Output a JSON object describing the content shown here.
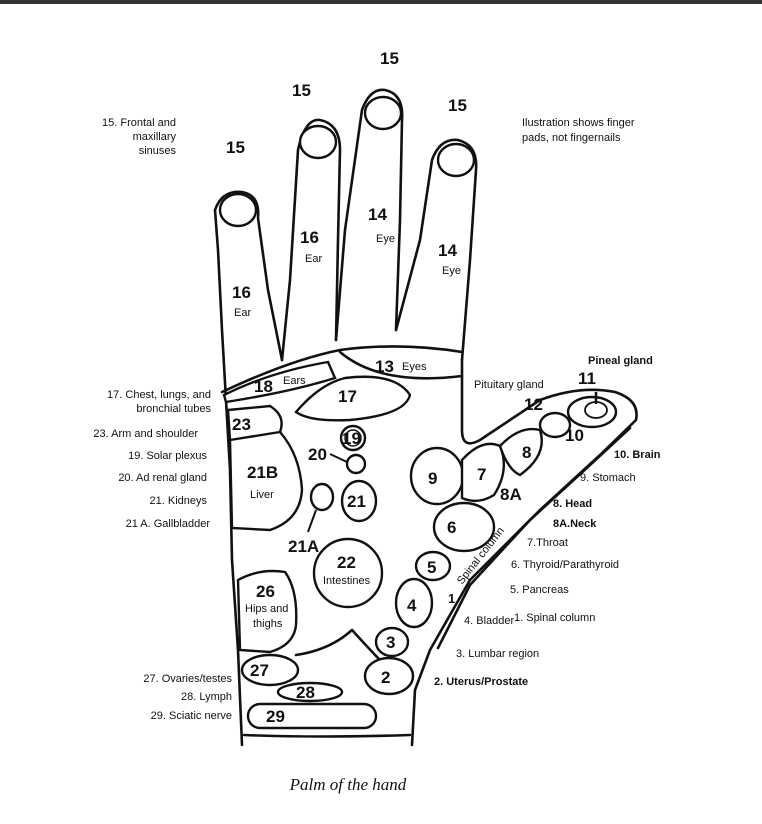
{
  "caption": "Palm of the hand",
  "note": "Ilustration shows finger pads, not fingernails",
  "fingers": {
    "sinus": "15",
    "thumb_pinky_ear_num": "16",
    "ear": "Ear",
    "eye_num": "14",
    "eye": "Eye"
  },
  "zones": {
    "z13": "13",
    "z13_name": "Eyes",
    "z17": "17",
    "z18": "18",
    "z18_name": "Ears",
    "z19": "19",
    "z20": "20",
    "z21": "21",
    "z21a": "21A",
    "z21b": "21B",
    "z21b_name": "Liver",
    "z22": "22",
    "z22_name": "Intestines",
    "z23": "23",
    "z26": "26",
    "z26_name_1": "Hips and",
    "z26_name_2": "thighs",
    "z27": "27",
    "z28": "28",
    "z29": "29",
    "z1": "1",
    "z2": "2",
    "z3": "3",
    "z4": "4",
    "z5": "5",
    "z6": "6",
    "z7": "7",
    "z8": "8",
    "z8a": "8A",
    "z9": "9",
    "z10": "10",
    "z11": "11",
    "z12": "12",
    "spinal": "Spinal column"
  },
  "left_labels": {
    "l15_1": "15. Frontal and",
    "l15_2": "maxillary",
    "l15_3": "sinuses",
    "l17_1": "17. Chest, lungs, and",
    "l17_2": "bronchial tubes",
    "l23": "23. Arm and shoulder",
    "l19": "19. Solar plexus",
    "l20": "20. Ad renal gland",
    "l21": "21.  Kidneys",
    "l21a": "21 A. Gallbladder",
    "l27": "27. Ovaries/testes",
    "l28": "28. Lymph",
    "l29": "29.  Sciatic nerve"
  },
  "right_labels": {
    "pineal": "Pineal gland",
    "pituitary": "Pituitary gland",
    "r10": "10. Brain",
    "r9": "9. Stomach",
    "r8": "8. Head",
    "r8a": "8A.Neck",
    "r7": "7.Throat",
    "r6": "6. Thyroid/Parathyroid",
    "r5": "5. Pancreas",
    "r4": "4. Bladder",
    "r1": "1. Spinal column",
    "r3": "3. Lumbar region",
    "r2": "2. Uterus/Prostate"
  }
}
